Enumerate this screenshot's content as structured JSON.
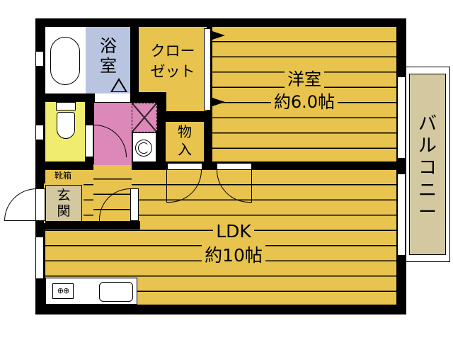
{
  "floorplan": {
    "rooms": {
      "bath": {
        "label_line1": "浴",
        "label_line2": "室",
        "color": "#b8c4e0"
      },
      "closet": {
        "label_line1": "クロー",
        "label_line2": "ゼット",
        "color": "#e8c44e"
      },
      "western_room": {
        "label_line1": "洋室",
        "label_line2": "約6.0帖",
        "color": "#e8c44e"
      },
      "storage": {
        "label_line1": "物",
        "label_line2": "入",
        "color": "#e8c44e"
      },
      "shoe_box": {
        "label": "靴箱",
        "color": "#e8c44e"
      },
      "entrance": {
        "label_line1": "玄",
        "label_line2": "関",
        "color": "#d4c8a0"
      },
      "ldk": {
        "label_line1": "LDK",
        "label_line2": "約10帖",
        "color": "#e8c44e"
      },
      "balcony": {
        "label": "バルコニー",
        "chars": [
          "バ",
          "ル",
          "コ",
          "ニ",
          "ー"
        ],
        "color": "#d4c8a0"
      },
      "toilet": {
        "color": "#f0ec70"
      },
      "washroom": {
        "color": "#dc88b8"
      }
    },
    "colors": {
      "wall": "#000000",
      "floor_wood": "#e8c44e",
      "bath_blue": "#b8c4e0",
      "toilet_yellow": "#f0ec70",
      "washroom_pink": "#dc88b8",
      "balcony_beige": "#d4c8a0"
    }
  }
}
